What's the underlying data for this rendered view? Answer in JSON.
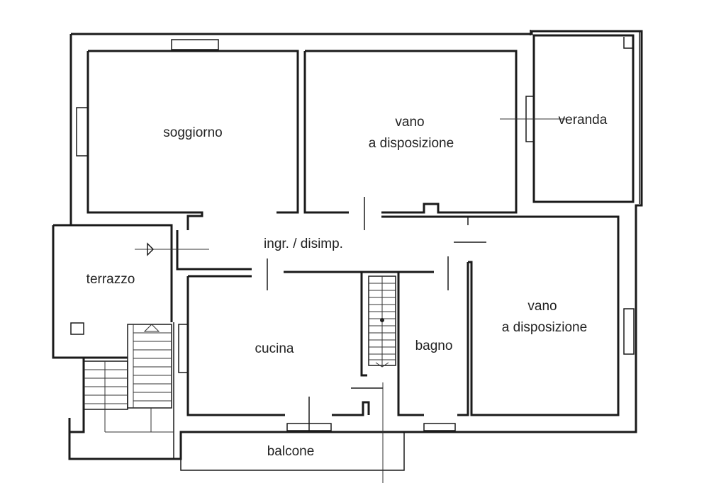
{
  "rooms": {
    "soggiorno": "soggiorno",
    "vano1_line1": "vano",
    "vano1_line2": "a disposizione",
    "veranda": "veranda",
    "ingresso": "ingr. / disimp.",
    "terrazzo": "terrazzo",
    "vano2_line1": "vano",
    "vano2_line2": "a disposizione",
    "cucina": "cucina",
    "bagno": "bagno",
    "balcone": "balcone"
  }
}
